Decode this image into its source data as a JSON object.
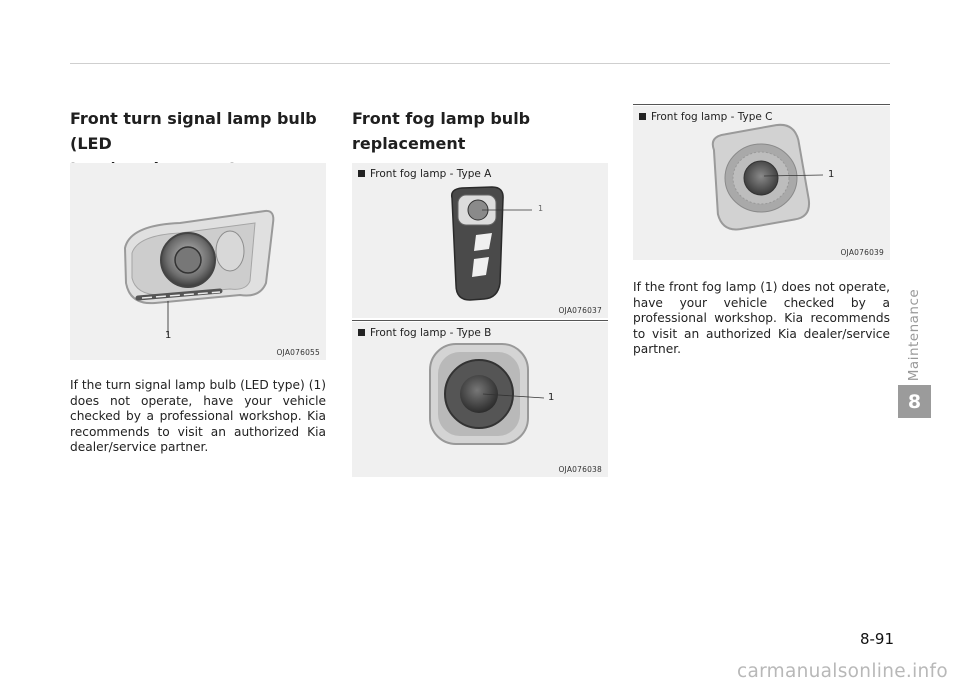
{
  "section1": {
    "title_line1": "Front turn signal lamp bulb (LED",
    "title_line2": "type) replacement",
    "figure_code": "OJA076055",
    "callout": "1",
    "body": "If the turn signal lamp bulb (LED type) (1) does not operate, have your vehicle checked by a professional workshop. Kia recommends to visit an authorized Kia dealer/service partner."
  },
  "section2": {
    "title_line1": "Front fog lamp bulb",
    "title_line2": "replacement",
    "figA": {
      "caption": "Front fog lamp - Type A",
      "code": "OJA076037",
      "callout": "1"
    },
    "figB": {
      "caption": "Front fog lamp - Type B",
      "code": "OJA076038",
      "callout": "1"
    }
  },
  "section3": {
    "figC": {
      "caption": "Front fog lamp - Type C",
      "code": "OJA076039",
      "callout": "1"
    },
    "body": "If the front fog lamp (1) does not operate, have your vehicle checked by a professional workshop. Kia recommends to visit an authorized Kia dealer/service partner."
  },
  "sidebar": {
    "chapter_label": "Maintenance",
    "chapter_number": "8"
  },
  "footer": {
    "page_number": "8-91",
    "watermark": "carmanualsonline.info"
  }
}
